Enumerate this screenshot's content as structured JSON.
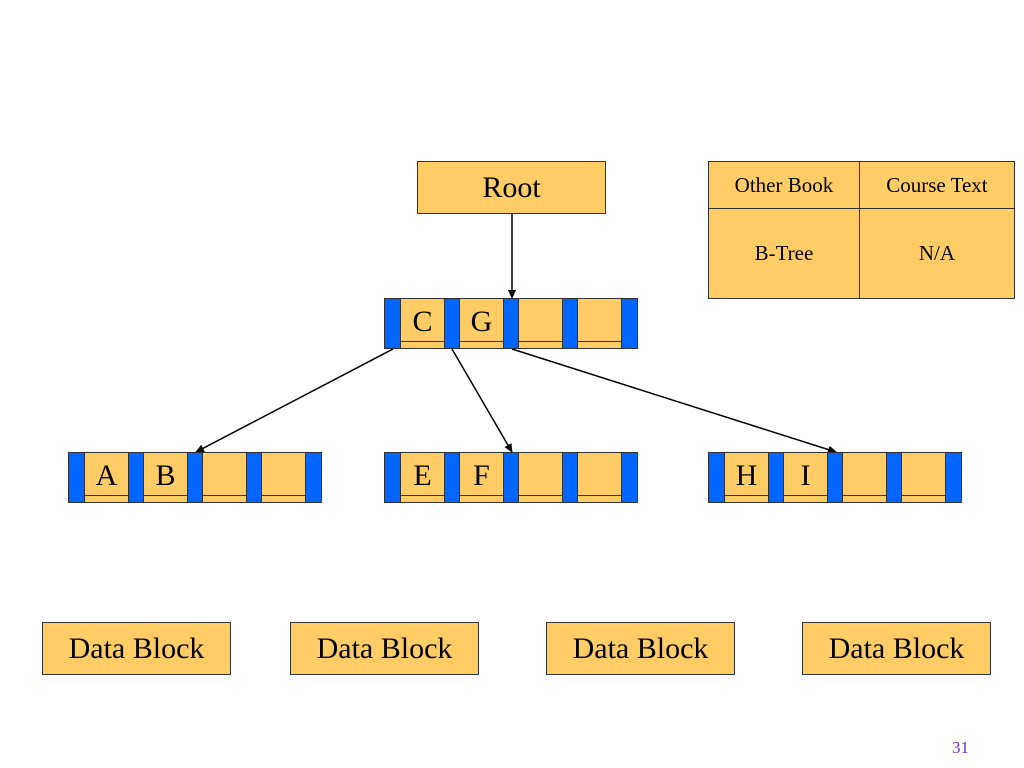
{
  "root": {
    "label": "Root"
  },
  "top_node": {
    "keys": [
      "C",
      "G",
      "",
      ""
    ]
  },
  "leaf_nodes": [
    {
      "keys": [
        "A",
        "B",
        "",
        ""
      ]
    },
    {
      "keys": [
        "E",
        "F",
        "",
        ""
      ]
    },
    {
      "keys": [
        "H",
        "I",
        "",
        ""
      ]
    }
  ],
  "data_blocks": [
    "Data Block",
    "Data Block",
    "Data Block",
    "Data Block"
  ],
  "info_table": {
    "headers": [
      "Other Book",
      "Course Text"
    ],
    "row": [
      "B-Tree",
      "N/A"
    ]
  },
  "page_number": "31",
  "colors": {
    "node_fill": "#ffcc66",
    "pointer_fill": "#0066ff",
    "page_number": "#6633cc"
  }
}
